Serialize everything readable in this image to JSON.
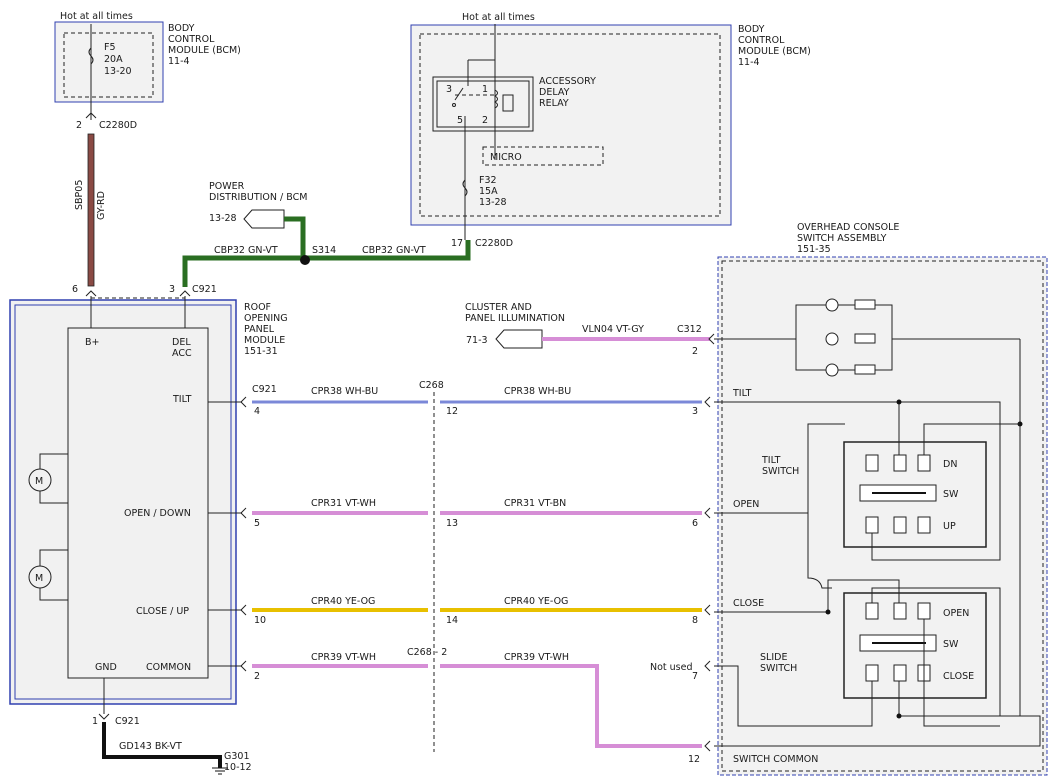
{
  "hot_at_all_times": "Hot at all times",
  "bcm_label": [
    "BODY",
    "CONTROL",
    "MODULE (BCM)",
    "11-4"
  ],
  "fuse_f5": [
    "F5",
    "20A",
    "13-20"
  ],
  "fuse_f32": [
    "F32",
    "15A",
    "13-28"
  ],
  "relay_label": [
    "ACCESSORY",
    "DELAY",
    "RELAY"
  ],
  "relay_pins": [
    "3",
    "1",
    "5",
    "2"
  ],
  "micro_label": "MICRO",
  "connector_c2280d": "C2280D",
  "pin_2": "2",
  "pin_17": "17",
  "circuit_sbp05": "SBP05",
  "color_gy_rd": "GY-RD",
  "power_dist_label": [
    "POWER",
    "DISTRIBUTION / BCM"
  ],
  "ref_13_28": "13-28",
  "splice_s314": "S314",
  "wire_cbp32_left": "CBP32   GN-VT",
  "wire_cbp32_right": "CBP32   GN-VT",
  "pin_6": "6",
  "pin_3": "3",
  "connector_c921": "C921",
  "roof_module_label": [
    "ROOF",
    "OPENING",
    "PANEL",
    "MODULE",
    "151-31"
  ],
  "pin_b_plus": "B+",
  "pin_del_acc": [
    "DEL",
    "ACC"
  ],
  "pin_tilt": "TILT",
  "pin_open_down": "OPEN / DOWN",
  "pin_close_up": "CLOSE / UP",
  "pin_gnd": "GND",
  "pin_common": "COMMON",
  "motor_symbol": "M",
  "cluster_label": [
    "CLUSTER AND",
    "PANEL ILLUMINATION"
  ],
  "ref_71_3": "71-3",
  "wire_vln04": "VLN04     VT-GY",
  "connector_c312": "C312",
  "overhead_label": [
    "OVERHEAD CONSOLE",
    "SWITCH ASSEMBLY",
    "151-35"
  ],
  "c921_small": "C921",
  "connector_c268": "C268",
  "wire_cpr38_left": "CPR38   WH-BU",
  "wire_cpr38_right": "CPR38   WH-BU",
  "wire_cpr31_left": "CPR31   VT-WH",
  "wire_cpr31_right": "CPR31   VT-BN",
  "wire_cpr40_left": "CPR40   YE-OG",
  "wire_cpr40_right": "CPR40   YE-OG",
  "wire_cpr39_left": "CPR39   VT-WH",
  "wire_cpr39_right": "CPR39   VT-WH",
  "c268_dash_2": "C268  -  2",
  "pins_left": [
    "4",
    "5",
    "10",
    "2"
  ],
  "pins_c268_right": [
    "12",
    "13",
    "14"
  ],
  "pins_overhead": [
    "3",
    "6",
    "8",
    "7",
    "12"
  ],
  "pin_overhead_illum": "2",
  "sw_tilt": "TILT",
  "sw_open": "OPEN",
  "sw_close": "CLOSE",
  "sw_not_used": "Not used",
  "sw_switch_common": "SWITCH COMMON",
  "tilt_switch_label": [
    "TILT",
    "SWITCH"
  ],
  "slide_switch_label": [
    "SLIDE",
    "SWITCH"
  ],
  "tilt_positions": [
    "DN",
    "SW",
    "UP"
  ],
  "slide_positions": [
    "OPEN",
    "SW",
    "CLOSE"
  ],
  "pin_1": "1",
  "wire_gd143": "GD143   BK-VT",
  "ground_g301": [
    "G301",
    "10-12"
  ],
  "colors": {
    "gy_rd": "#8a4a44",
    "gn_vt": "#2a6e22",
    "wh_bu": "#7b88d8",
    "vt_wh": "#d68ed6",
    "ye_og": "#e8c000",
    "bk_vt": "#3a2a3a",
    "module_border": "#3040b0",
    "panel_fill": "#f1f1f1"
  }
}
